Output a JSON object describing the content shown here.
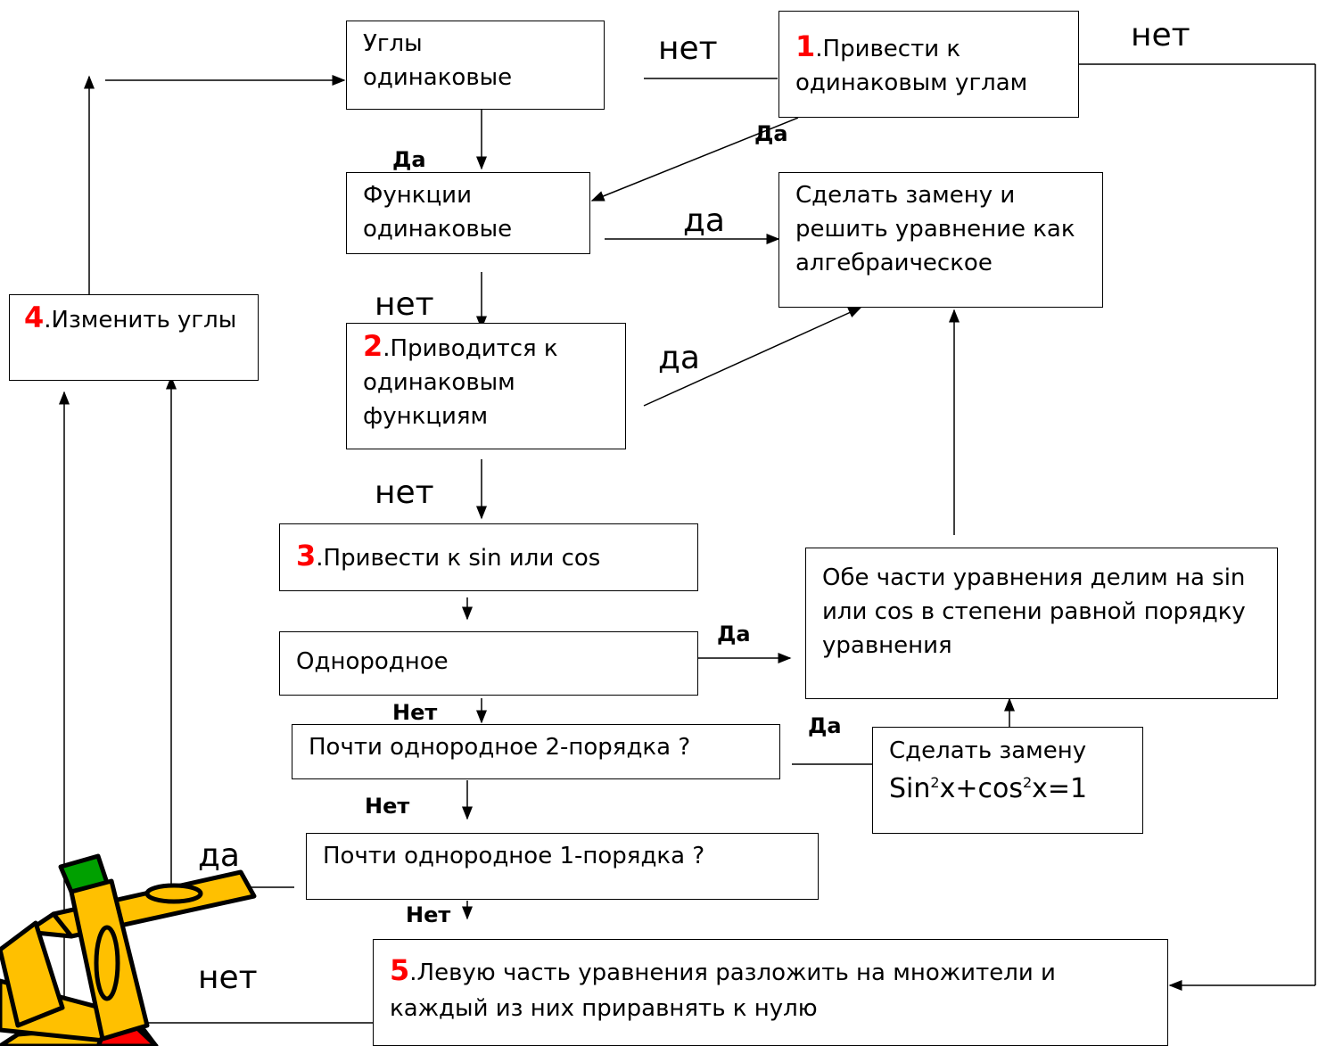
{
  "boxes": {
    "angles_same": "Углы\n одинаковые",
    "reduce_angles_num": "1",
    "reduce_angles": ".Привести к одинаковым углам",
    "functions_same": "Функции\n одинаковые",
    "substitute": "Сделать замену и решить уравнение как алгебраическое",
    "reducible_num": "2",
    "reducible": ".Приводится к одинаковым функциям",
    "change_angles_num": "4",
    "change_angles": ".Изменить углы",
    "to_sin_cos_num": "3",
    "to_sin_cos": ".Привести к sin или cos",
    "homogeneous": "Однородное",
    "divide": "Обе части уравнения делим на sin или cos  в степени равной порядку уравнения",
    "almost_hom2": "Почти однородное 2-порядка ?",
    "replace_prefix": "Сделать замену",
    "identity_a": "Sin",
    "identity_sup1": "2",
    "identity_b": "x+cos",
    "identity_sup2": "2",
    "identity_c": "x=1",
    "almost_hom1": "Почти однородное 1-порядка ?",
    "factor_num": "5",
    "factor": ".Левую часть уравнения разложить на множители и каждый из  них приравнять к нулю"
  },
  "labels": {
    "net_top": "нет",
    "net_right": "нет",
    "da_bold_1": "Да",
    "da_bold_2": "Да",
    "da_funcs": "да",
    "net_funcs": "нет",
    "da_reducible": "да",
    "net_reducible": "нет",
    "da_hom": "Да",
    "net_hom": "Нет",
    "da_hom2": "Да",
    "net_hom2": "Нет",
    "da_hom1": "да",
    "net_hom1": "Нет",
    "net_bottom": "нет"
  },
  "colors": {
    "accent": "#ff0000",
    "pencil_body": "#ffc000",
    "pencil_tip": "#00a000"
  },
  "icons": {
    "clipart": "pencils-clipart"
  }
}
